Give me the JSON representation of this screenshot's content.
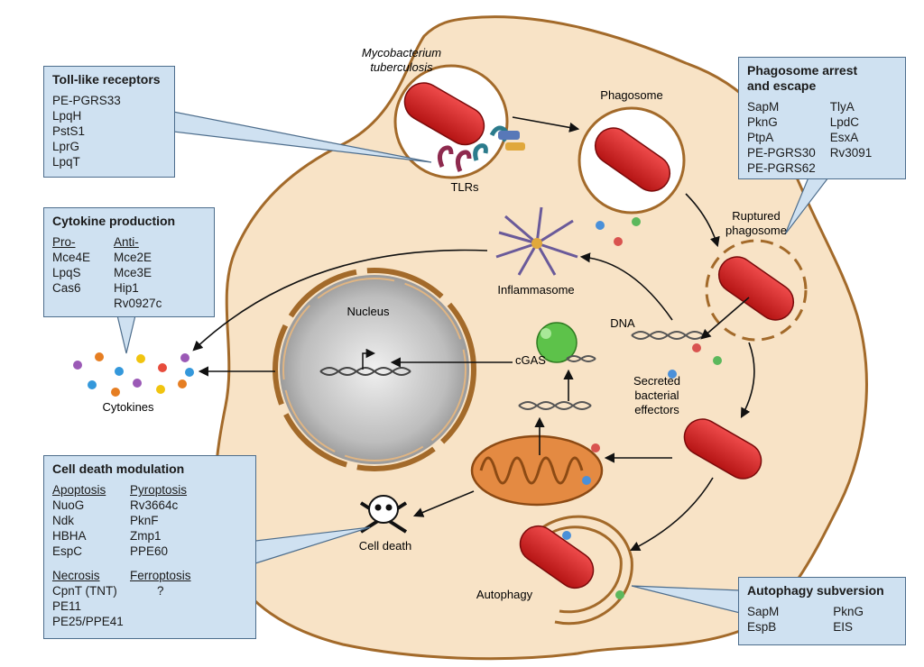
{
  "labels": {
    "mtb": "Mycobacterium",
    "mtb2": "tuberculosis",
    "phagosome": "Phagosome",
    "tlrs": "TLRs",
    "ruptured1": "Ruptured",
    "ruptured2": "phagosome",
    "inflammasome": "Inflammasome",
    "nucleus": "Nucleus",
    "dna": "DNA",
    "cgas": "cGAS",
    "effectors1": "Secreted",
    "effectors2": "bacterial",
    "effectors3": "effectors",
    "cytokines": "Cytokines",
    "cell_death": "Cell death",
    "autophagy": "Autophagy"
  },
  "boxes": {
    "tlr": {
      "title": "Toll-like receptors",
      "items": [
        "PE-PGRS33",
        "LpqH",
        "PstS1",
        "LprG",
        "LpqT"
      ]
    },
    "phagosome_arrest": {
      "title1": "Phagosome arrest",
      "title2": "and escape",
      "col1": [
        "SapM",
        "PknG",
        "PtpA",
        "PE-PGRS30",
        "PE-PGRS62"
      ],
      "col2": [
        "TlyA",
        "LpdC",
        "EsxA",
        "Rv3091"
      ]
    },
    "cytokine": {
      "title": "Cytokine production",
      "pro_header": "Pro-",
      "pro": [
        "Mce4E",
        "LpqS",
        "Cas6"
      ],
      "anti_header": "Anti-",
      "anti": [
        "Mce2E",
        "Mce3E",
        "Hip1",
        "Rv0927c"
      ]
    },
    "cell_death": {
      "title": "Cell death modulation",
      "apoptosis_header": "Apoptosis",
      "apoptosis": [
        "NuoG",
        "Ndk",
        "HBHA",
        "EspC"
      ],
      "pyroptosis_header": "Pyroptosis",
      "pyroptosis": [
        "Rv3664c",
        "PknF",
        "Zmp1",
        "PPE60"
      ],
      "necrosis_header": "Necrosis",
      "necrosis": [
        "CpnT (TNT)",
        "PE11",
        "PE25/PPE41"
      ],
      "ferroptosis_header": "Ferroptosis",
      "ferroptosis": [
        "?"
      ]
    },
    "autophagy": {
      "title": "Autophagy subversion",
      "col1": [
        "SapM",
        "EspB"
      ],
      "col2": [
        "PknG",
        "EIS"
      ]
    }
  },
  "colors": {
    "cytoplasm": "#f8e3c6",
    "membrane": "#a36a2a",
    "bacterium": "#d81e1e",
    "box_fill": "#cfe1f1",
    "box_border": "#4d6d8c",
    "mitochondrion": "#e48a42",
    "cgas": "#5dc24a"
  }
}
